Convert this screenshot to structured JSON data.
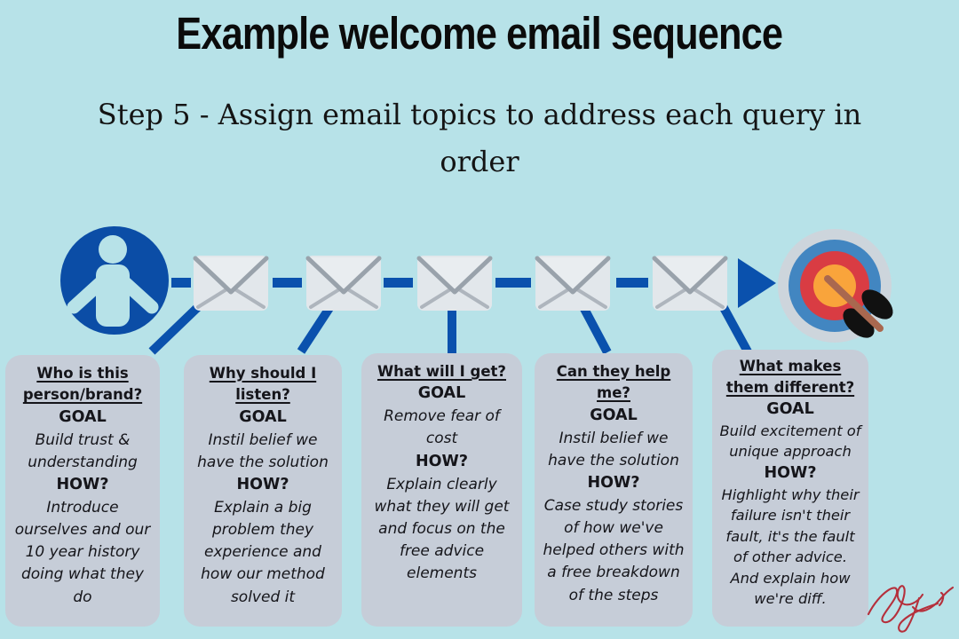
{
  "header": {
    "title": "Example welcome email sequence",
    "subtitle": "Step 5 - Assign email topics to address each query in order"
  },
  "diagram": {
    "icons": {
      "start": "person-icon",
      "step": "envelope-icon",
      "flow": "arrow-right-icon",
      "end": "target-icon"
    },
    "envelope_count": 5,
    "colors": {
      "background": "#b7e2e8",
      "card_background": "#c6cdd8",
      "connector_blue": "#0a51ad",
      "person_blue": "#0b4da6",
      "envelope_body": "#e2e7eb",
      "envelope_flap_stroke": "#99a2ab",
      "target_outer_gray": "#cdd5dc",
      "target_blue": "#4286c1",
      "target_red": "#d93c43",
      "target_orange": "#f9a43b",
      "dart_shaft_brown": "#a9684f",
      "dart_feather_black": "#111111",
      "signature_red": "#b5303c"
    }
  },
  "cards": [
    {
      "heading": "Who is this person/brand?",
      "goal_label": "GOAL",
      "goal": "Build trust & understanding",
      "how_label": "HOW?",
      "how": "Introduce ourselves and our 10 year history doing what they do"
    },
    {
      "heading": "Why should I listen?",
      "goal_label": "GOAL",
      "goal": "Instil belief we have the solution",
      "how_label": "HOW?",
      "how": "Explain a big problem they experience and how our method solved it"
    },
    {
      "heading": "What will I get?",
      "goal_label": "GOAL",
      "goal": "Remove fear of cost",
      "how_label": "HOW?",
      "how": "Explain clearly what they will get and focus on the free advice elements"
    },
    {
      "heading": "Can they help me?",
      "goal_label": "GOAL",
      "goal": "Instil belief we have the solution",
      "how_label": "HOW?",
      "how": "Case study stories of how we've helped others with a free breakdown of the steps"
    },
    {
      "heading": "What makes them different?",
      "goal_label": "GOAL",
      "goal": "Build excitement of unique approach",
      "how_label": "HOW?",
      "how": "Highlight why their failure isn't their fault, it's the fault of other advice. And explain how we're diff."
    }
  ]
}
